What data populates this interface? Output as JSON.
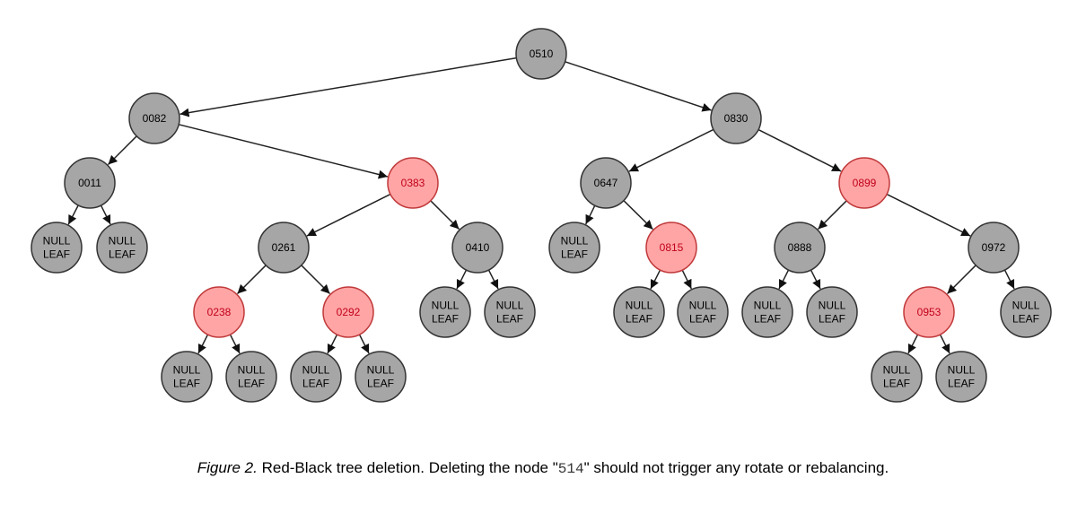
{
  "colors": {
    "black_fill": "#a6a6a6",
    "black_stroke": "#333333",
    "black_text": "#000000",
    "red_fill": "#ffa5a5",
    "red_stroke": "#c0393b",
    "red_text": "#c0001a",
    "edge": "#222222"
  },
  "tree": {
    "nodes": [
      {
        "id": "n0510",
        "lines": [
          "0510"
        ],
        "color": "black"
      },
      {
        "id": "n0082",
        "lines": [
          "0082"
        ],
        "color": "black"
      },
      {
        "id": "n0830",
        "lines": [
          "0830"
        ],
        "color": "black"
      },
      {
        "id": "n0011",
        "lines": [
          "0011"
        ],
        "color": "black"
      },
      {
        "id": "n0383",
        "lines": [
          "0383"
        ],
        "color": "red"
      },
      {
        "id": "n0647",
        "lines": [
          "0647"
        ],
        "color": "black"
      },
      {
        "id": "n0899",
        "lines": [
          "0899"
        ],
        "color": "red"
      },
      {
        "id": "l1",
        "lines": [
          "NULL",
          "LEAF"
        ],
        "color": "black"
      },
      {
        "id": "l2",
        "lines": [
          "NULL",
          "LEAF"
        ],
        "color": "black"
      },
      {
        "id": "n0261",
        "lines": [
          "0261"
        ],
        "color": "black"
      },
      {
        "id": "n0410",
        "lines": [
          "0410"
        ],
        "color": "black"
      },
      {
        "id": "l3",
        "lines": [
          "NULL",
          "LEAF"
        ],
        "color": "black"
      },
      {
        "id": "n0815",
        "lines": [
          "0815"
        ],
        "color": "red"
      },
      {
        "id": "n0888",
        "lines": [
          "0888"
        ],
        "color": "black"
      },
      {
        "id": "n0972",
        "lines": [
          "0972"
        ],
        "color": "black"
      },
      {
        "id": "n0238",
        "lines": [
          "0238"
        ],
        "color": "red"
      },
      {
        "id": "n0292",
        "lines": [
          "0292"
        ],
        "color": "red"
      },
      {
        "id": "l4",
        "lines": [
          "NULL",
          "LEAF"
        ],
        "color": "black"
      },
      {
        "id": "l5",
        "lines": [
          "NULL",
          "LEAF"
        ],
        "color": "black"
      },
      {
        "id": "l6",
        "lines": [
          "NULL",
          "LEAF"
        ],
        "color": "black"
      },
      {
        "id": "l7",
        "lines": [
          "NULL",
          "LEAF"
        ],
        "color": "black"
      },
      {
        "id": "l8",
        "lines": [
          "NULL",
          "LEAF"
        ],
        "color": "black"
      },
      {
        "id": "l9",
        "lines": [
          "NULL",
          "LEAF"
        ],
        "color": "black"
      },
      {
        "id": "n0953",
        "lines": [
          "0953"
        ],
        "color": "red"
      },
      {
        "id": "l10",
        "lines": [
          "NULL",
          "LEAF"
        ],
        "color": "black"
      },
      {
        "id": "l11",
        "lines": [
          "NULL",
          "LEAF"
        ],
        "color": "black"
      },
      {
        "id": "l12",
        "lines": [
          "NULL",
          "LEAF"
        ],
        "color": "black"
      },
      {
        "id": "l13",
        "lines": [
          "NULL",
          "LEAF"
        ],
        "color": "black"
      },
      {
        "id": "l14",
        "lines": [
          "NULL",
          "LEAF"
        ],
        "color": "black"
      },
      {
        "id": "l15",
        "lines": [
          "NULL",
          "LEAF"
        ],
        "color": "black"
      },
      {
        "id": "l16",
        "lines": [
          "NULL",
          "LEAF"
        ],
        "color": "black"
      }
    ],
    "edges": [
      [
        "n0510",
        "n0082"
      ],
      [
        "n0510",
        "n0830"
      ],
      [
        "n0082",
        "n0011"
      ],
      [
        "n0082",
        "n0383"
      ],
      [
        "n0830",
        "n0647"
      ],
      [
        "n0830",
        "n0899"
      ],
      [
        "n0011",
        "l1"
      ],
      [
        "n0011",
        "l2"
      ],
      [
        "n0383",
        "n0261"
      ],
      [
        "n0383",
        "n0410"
      ],
      [
        "n0647",
        "l3"
      ],
      [
        "n0647",
        "n0815"
      ],
      [
        "n0899",
        "n0888"
      ],
      [
        "n0899",
        "n0972"
      ],
      [
        "n0261",
        "n0238"
      ],
      [
        "n0261",
        "n0292"
      ],
      [
        "n0410",
        "l4"
      ],
      [
        "n0410",
        "l5"
      ],
      [
        "n0815",
        "l6"
      ],
      [
        "n0815",
        "l7"
      ],
      [
        "n0888",
        "l8"
      ],
      [
        "n0888",
        "l9"
      ],
      [
        "n0972",
        "n0953"
      ],
      [
        "n0972",
        "l10"
      ],
      [
        "n0238",
        "l11"
      ],
      [
        "n0238",
        "l12"
      ],
      [
        "n0292",
        "l13"
      ],
      [
        "n0292",
        "l14"
      ],
      [
        "n0953",
        "l15"
      ],
      [
        "n0953",
        "l16"
      ]
    ]
  },
  "caption": {
    "label": "Figure 2.",
    "text_before": " Red-Black tree deletion. Deleting the node \"",
    "code": "514",
    "text_after": "\" should not trigger any rotate or rebalancing."
  }
}
